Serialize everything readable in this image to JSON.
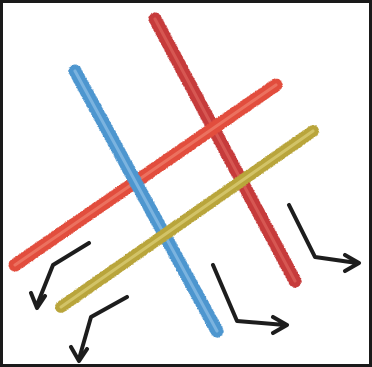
{
  "drawing": {
    "sticks": [
      {
        "name": "blue-stick",
        "color": "#4e96cf"
      },
      {
        "name": "red-stick-diagonal-steep",
        "color": "#c63a3a"
      },
      {
        "name": "red-stick-diagonal-shallow",
        "color": "#e24d3d"
      },
      {
        "name": "yellow-stick",
        "color": "#b9a53a"
      }
    ],
    "arrows": [
      {
        "name": "arrow-left-lower"
      },
      {
        "name": "arrow-left-bottom"
      },
      {
        "name": "arrow-right-middle"
      },
      {
        "name": "arrow-right-upper"
      }
    ],
    "colors": {
      "border": "#1a1a1a",
      "arrow": "#1d1d1d",
      "background": "#ffffff"
    }
  }
}
